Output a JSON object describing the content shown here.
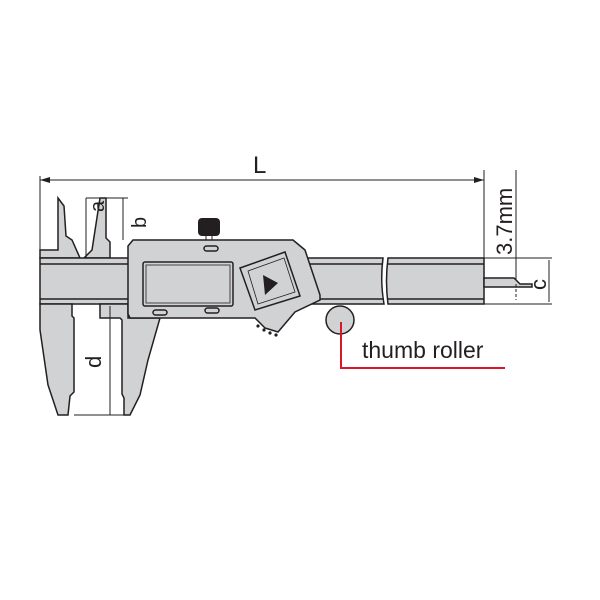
{
  "title": "Digital caliper dimension diagram",
  "labels": {
    "length": "L",
    "a": "a",
    "b": "b",
    "c": "c",
    "d": "d",
    "rod_thickness": "3.7mm",
    "thumb_roller": "thumb roller"
  },
  "colors": {
    "body": "#d1d2d4",
    "outline": "#231f20",
    "callout": "#d7182a"
  }
}
